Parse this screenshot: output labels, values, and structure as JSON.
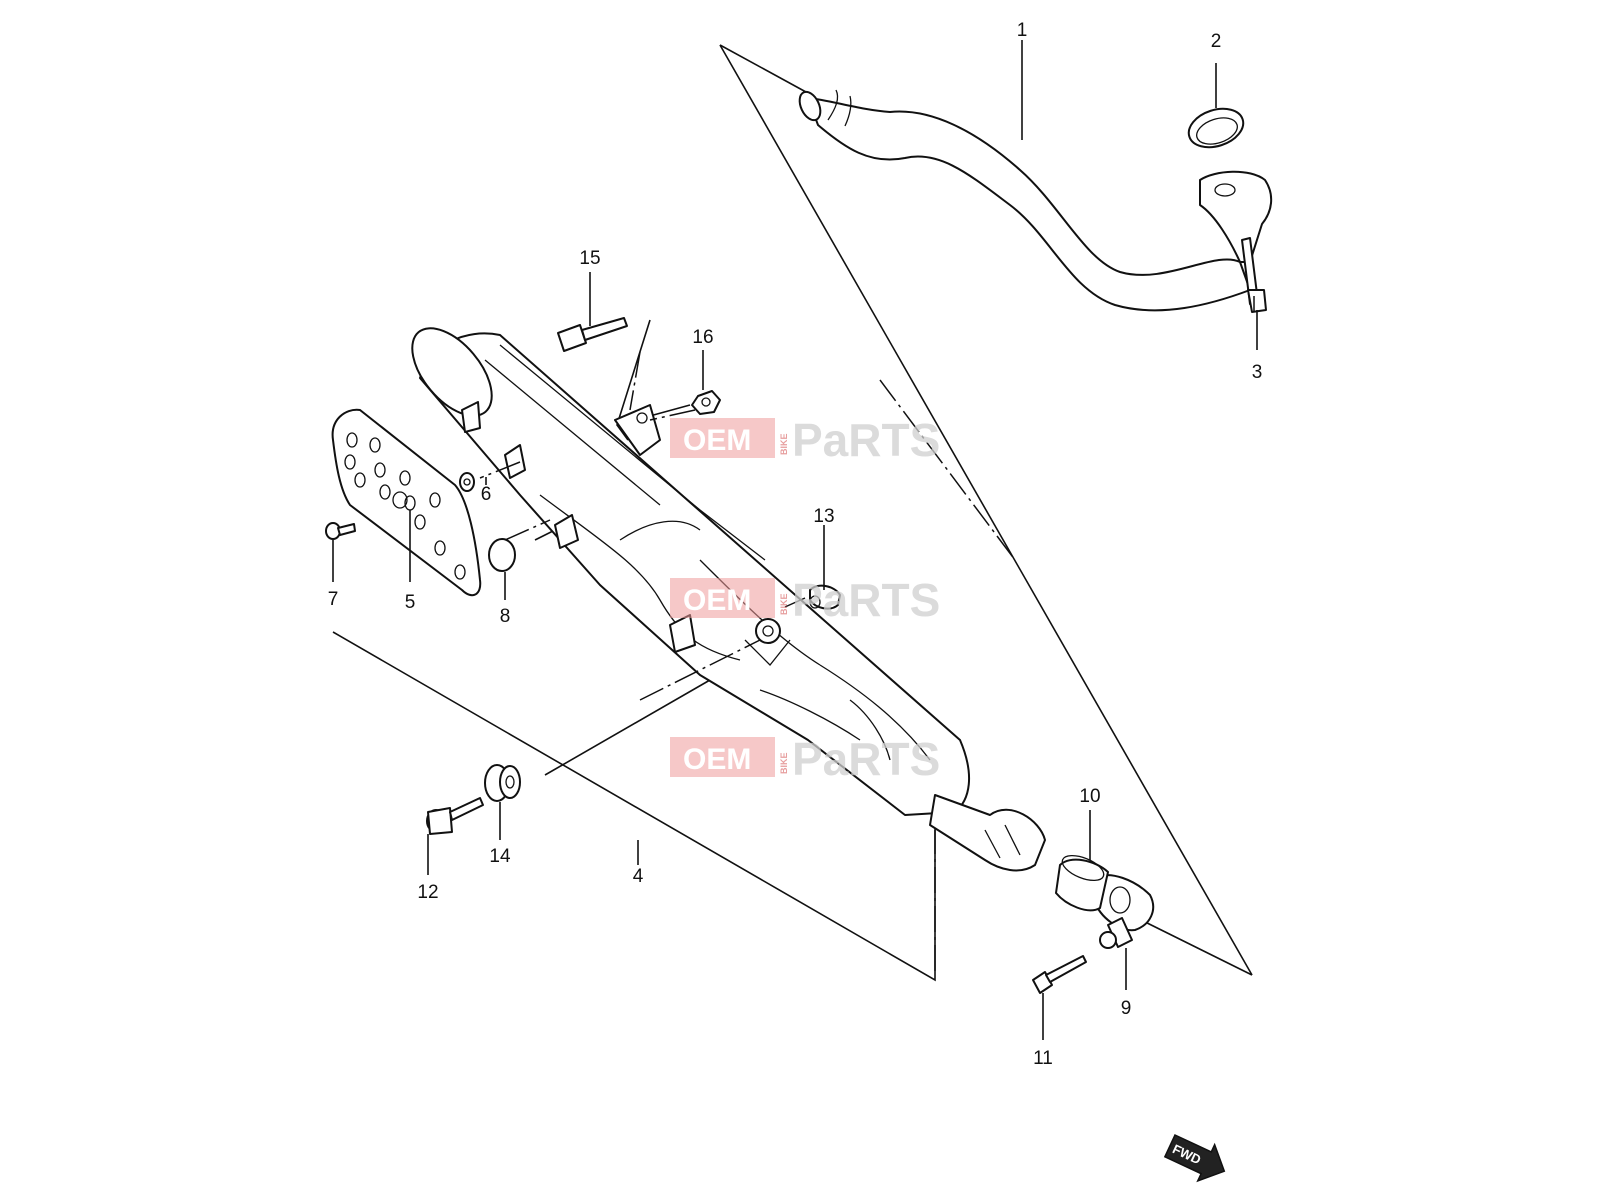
{
  "callouts": [
    "1",
    "2",
    "3",
    "4",
    "5",
    "6",
    "7",
    "8",
    "9",
    "10",
    "11",
    "12",
    "13",
    "14",
    "15",
    "16"
  ],
  "watermark": {
    "oem": "OEM",
    "bike": "BIKE",
    "parts": "PaRTS",
    "color": "#ef9a9a"
  },
  "fwd_label": "FWD"
}
